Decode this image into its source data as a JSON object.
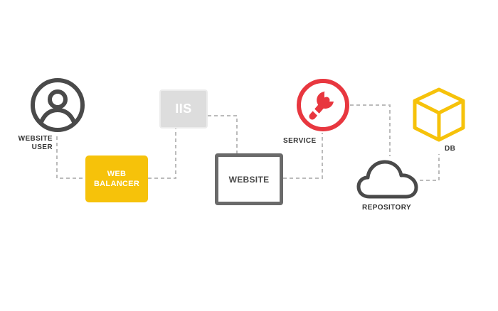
{
  "nodes": {
    "website_user": {
      "line1": "WEBSITE",
      "line2": "USER",
      "icon": "user-icon"
    },
    "web_balancer": {
      "line1": "WEB",
      "line2": "BALANCER"
    },
    "iis": {
      "label": "IIS"
    },
    "website": {
      "label": "WEBSITE"
    },
    "service": {
      "label": "SERVICE",
      "icon": "wrench-icon"
    },
    "repository": {
      "label": "REPOSITORY",
      "icon": "cloud-icon"
    },
    "db": {
      "label": "DB",
      "icon": "cube-icon"
    }
  },
  "colors": {
    "accent_yellow": "#f6c20a",
    "service_red": "#e8373f",
    "icon_gray": "#4a4a4a",
    "connector_gray": "#bbbbbb",
    "iis_gray": "#dddddd"
  }
}
